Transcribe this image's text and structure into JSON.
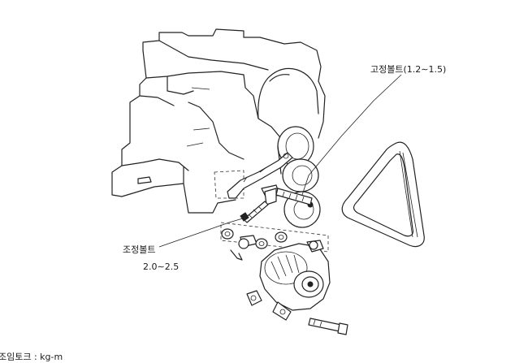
{
  "labels": {
    "fixing_bolt": "고정볼트(1.2∼1.5)",
    "adjusting_bolt": "조정볼트",
    "adjusting_bolt_value": "2.0∼2.5",
    "torque_unit": "조임토크 : kg-m"
  }
}
